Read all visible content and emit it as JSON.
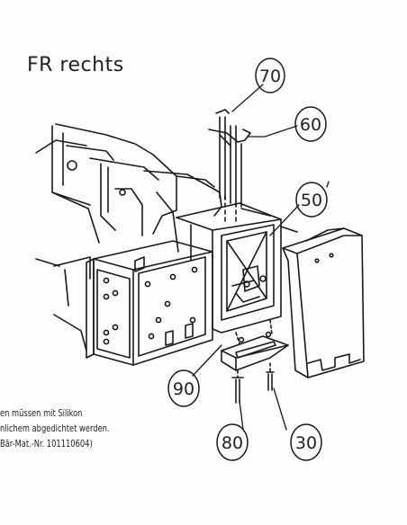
{
  "diagram": {
    "title": "FR rechts",
    "callouts": [
      {
        "id": "callout-70",
        "label": "70"
      },
      {
        "id": "callout-60",
        "label": "60"
      },
      {
        "id": "callout-50",
        "label": "50"
      },
      {
        "id": "callout-90",
        "label": "90"
      },
      {
        "id": "callout-80",
        "label": "80"
      },
      {
        "id": "callout-30",
        "label": "30"
      }
    ],
    "note": {
      "line1": "en müssen mit Silikon",
      "line2": "nlichem abgedichtet werden.",
      "line3": "Bär-Mat.-Nr. 101110604)"
    }
  }
}
